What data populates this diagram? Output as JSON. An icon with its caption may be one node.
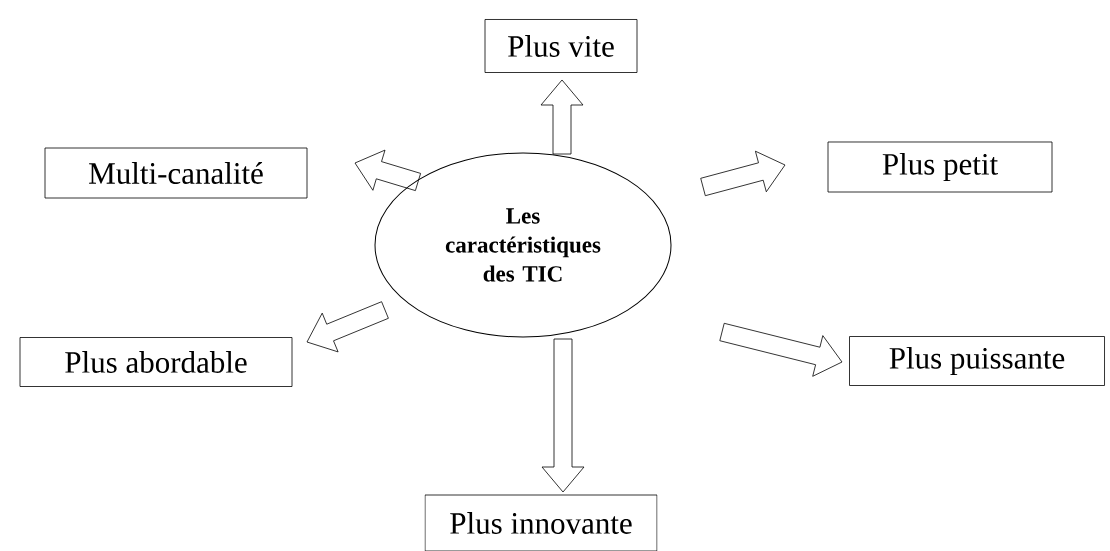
{
  "diagram": {
    "nodes": [
      {
        "text": [
          "Les caractéristiques des TIC"
        ]
      },
      {
        "text": [
          "Plus vite"
        ]
      },
      {
        "text": [
          "Multi-canalité"
        ]
      },
      {
        "text": [
          "Plus petit"
        ]
      },
      {
        "text": [
          "Plus abordable"
        ]
      },
      {
        "text": [
          "Plus puissante"
        ]
      },
      {
        "text": [
          "Plus innovante"
        ]
      }
    ],
    "edges": [
      {
        "from": 0,
        "to": 1,
        "arrow": "to"
      },
      {
        "from": 0,
        "to": 2,
        "arrow": "to"
      },
      {
        "from": 0,
        "to": 3,
        "arrow": "to"
      },
      {
        "from": 0,
        "to": 4,
        "arrow": "to"
      },
      {
        "from": 0,
        "to": 5,
        "arrow": "to"
      },
      {
        "from": 0,
        "to": 6,
        "arrow": "to"
      }
    ]
  }
}
